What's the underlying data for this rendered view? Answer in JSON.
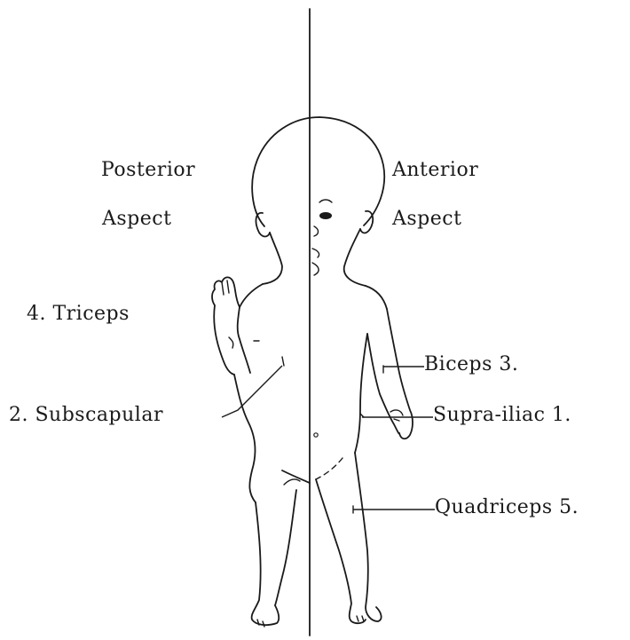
{
  "labels": {
    "posterior_line1": "Posterior",
    "posterior_line2": "Aspect",
    "anterior_line1": "Anterior",
    "anterior_line2": "Aspect",
    "triceps": "4. Triceps",
    "subscapular": "2. Subscapular",
    "biceps": "Biceps 3.",
    "suprailiac": "Supra-iliac 1.",
    "quadriceps": "Quadriceps 5."
  },
  "colors": {
    "ink": "#1a1a1a",
    "background": "#ffffff"
  }
}
